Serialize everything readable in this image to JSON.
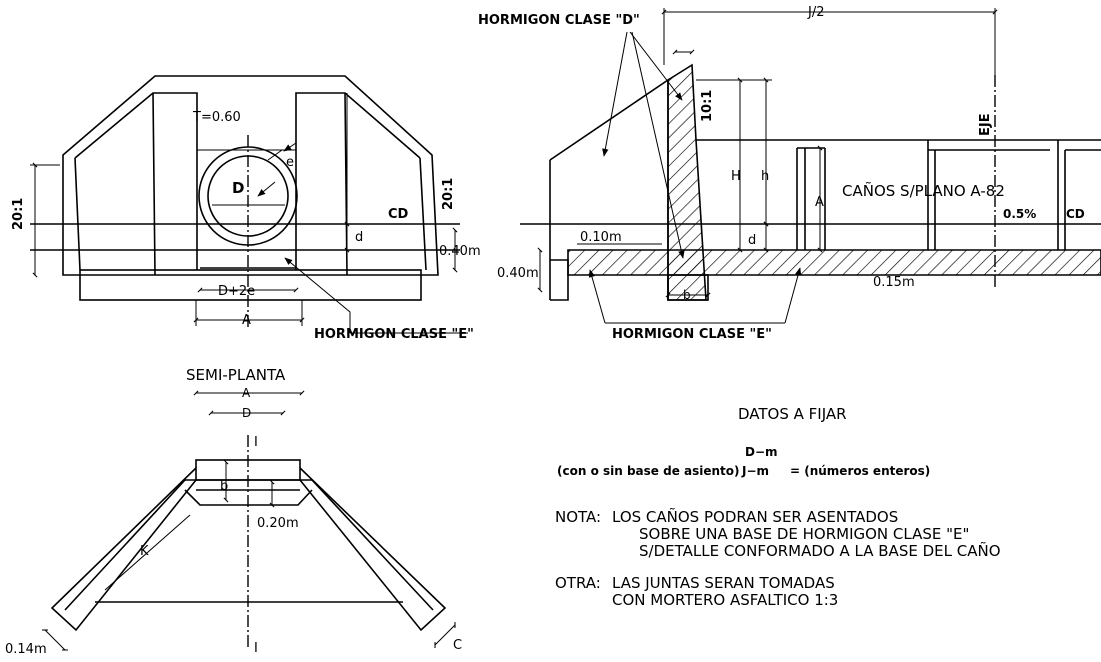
{
  "labels": {
    "hormigon_d": "HORMIGON CLASE \"D\"",
    "hormigon_e_front": "HORMIGON CLASE \"E\"",
    "hormigon_e_section": "HORMIGON CLASE \"E\"",
    "j_half": "J/2",
    "eje": "EJE",
    "slope_10_1": "10:1",
    "slope_20_1_left": "20:1",
    "slope_20_1_right": "20:1",
    "t_060": "T=0.60",
    "e": "e",
    "D": "D",
    "cd_front": "CD",
    "d_front": "d",
    "h040_front": "0.40m",
    "d_plus_2e": "D+2e",
    "A_front": "A",
    "H": "H",
    "h": "h",
    "A_section": "A",
    "canos": "CAÑOS S/PLANO A-82",
    "pct": "0.5%",
    "cd_section": "CD",
    "m010": "0.10m",
    "d_section": "d",
    "h040_section": "0.40m",
    "m015": "0.15m",
    "b_section": "b",
    "semi_planta": "SEMI-PLANTA",
    "A_plan": "A",
    "D_plan": "D",
    "I_top": "I",
    "I_bottom": "I",
    "b_plan": "b",
    "m020": "0.20m",
    "K": "K",
    "m014": "0.14m",
    "C": "C"
  },
  "notes": {
    "title": "DATOS A FIJAR",
    "dm": "D−m",
    "base": "(con o sin base de asiento)",
    "jm": "J−m",
    "eq": "= (números enteros)",
    "nota_label": "NOTA:",
    "nota_1": "LOS CAÑOS PODRAN SER ASENTADOS",
    "nota_2": "SOBRE UNA BASE DE HORMIGON CLASE \"E\"",
    "nota_3": "S/DETALLE CONFORMADO A LA BASE DEL CAÑO",
    "otra_label": "OTRA:",
    "otra_1": "LAS JUNTAS SERAN TOMADAS",
    "otra_2": "CON MORTERO ASFALTICO 1:3"
  }
}
